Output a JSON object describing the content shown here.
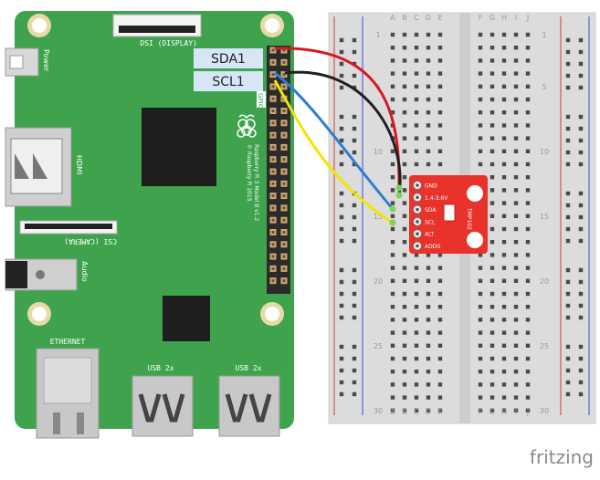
{
  "labels": {
    "dsi": "DSI (DISPLAY)",
    "power": "Power",
    "hdmi": "HDMI",
    "csi": "CSI (CAMERA)",
    "audio": "Audio",
    "ethernet": "ETHERNET",
    "usb_left": "USB 2x",
    "usb_right": "USB 2x",
    "gpio": "GPIO",
    "model_line1": "Raspberry Pi 3 Model B v1.2",
    "model_line2": "© Raspberry Pi 2015",
    "sda_callout": "SDA1",
    "scl_callout": "SCL1",
    "fritzing": "fritzing"
  },
  "breadboard": {
    "col_letters_left": [
      "A",
      "B",
      "C",
      "D",
      "E"
    ],
    "col_letters_right": [
      "F",
      "G",
      "H",
      "I",
      "J"
    ],
    "row_numbers": [
      "1",
      "5",
      "10",
      "15",
      "20",
      "25",
      "30"
    ]
  },
  "sensor": {
    "name": "TMP102",
    "pins": [
      "GND",
      "1.4-3.6V",
      "SDA",
      "SCL",
      "ALT",
      "ADD0"
    ]
  },
  "colors": {
    "board_green": "#3fa34d",
    "wire_red": "#d71920",
    "wire_black": "#231f20",
    "wire_blue": "#2d7fd0",
    "wire_yellow": "#f2e600",
    "sensor_red": "#e8322a",
    "callout_bg": "#d7e6f6"
  }
}
